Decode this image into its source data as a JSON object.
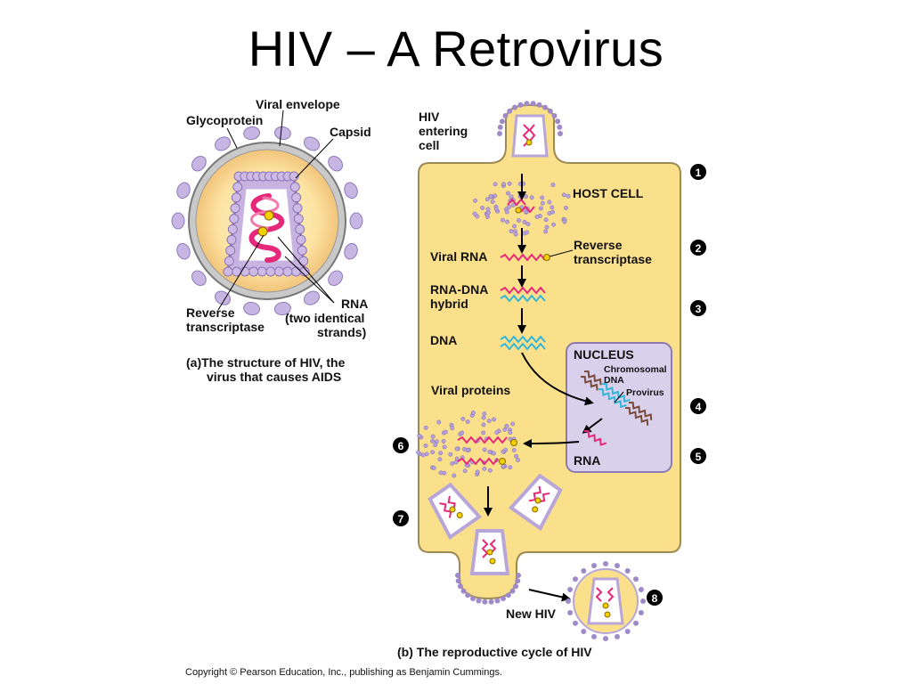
{
  "title": "HIV – A Retrovirus",
  "structure": {
    "viral_envelope": "Viral envelope",
    "glycoprotein": "Glycoprotein",
    "capsid": "Capsid",
    "rna": "RNA",
    "rna_sub1": "(two identical",
    "rna_sub2": "strands)",
    "rt1": "Reverse",
    "rt2": "transcriptase",
    "caption1": "(a)The structure of HIV, the",
    "caption2": "virus that causes AIDS"
  },
  "cycle": {
    "entering1": "HIV",
    "entering2": "entering",
    "entering3": "cell",
    "host_cell": "HOST CELL",
    "viral_rna": "Viral RNA",
    "rt1": "Reverse",
    "rt2": "transcriptase",
    "hybrid1": "RNA-DNA",
    "hybrid2": "hybrid",
    "dna": "DNA",
    "nucleus": "NUCLEUS",
    "chrom1": "Chromosomal",
    "chrom2": "DNA",
    "provirus": "Provirus",
    "viral_proteins": "Viral proteins",
    "rna": "RNA",
    "new_hiv": "New HIV",
    "caption": "(b) The reproductive cycle of HIV",
    "steps": [
      "1",
      "2",
      "3",
      "4",
      "5",
      "6",
      "7",
      "8"
    ]
  },
  "copyright": "Copyright © Pearson Education, Inc., publishing as Benjamin Cummings.",
  "colors": {
    "cell_fill": "#fbe08c",
    "nucleus_fill": "#d9d0ec",
    "envelope_bead": "#b9a6d9",
    "rna": "#e6287a",
    "dna": "#31b6d8",
    "chromosomal_dna": "#7a4a3a",
    "enzyme": "#f4d000"
  }
}
